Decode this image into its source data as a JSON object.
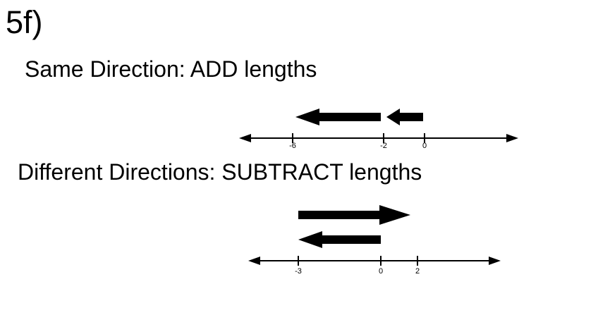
{
  "page": {
    "problem_label": "5f)"
  },
  "colors": {
    "ink": "#000000",
    "background": "#ffffff"
  },
  "sections": {
    "add": {
      "heading": "Same Direction: ADD lengths",
      "number_line": {
        "tick_labels": [
          "-6",
          "-2",
          "0"
        ]
      },
      "vectors": [
        {
          "name": "long-left-vector",
          "direction": "left",
          "span": "-2 to -6"
        },
        {
          "name": "short-left-vector",
          "direction": "left",
          "span": "0 to -2"
        }
      ]
    },
    "subtract": {
      "heading": "Different Directions: SUBTRACT lengths",
      "number_line": {
        "tick_labels": [
          "-3",
          "0",
          "2"
        ]
      },
      "vectors": [
        {
          "name": "right-vector",
          "direction": "right",
          "span": "-3 to 2"
        },
        {
          "name": "left-vector",
          "direction": "left",
          "span": "0 to -3"
        }
      ]
    }
  }
}
